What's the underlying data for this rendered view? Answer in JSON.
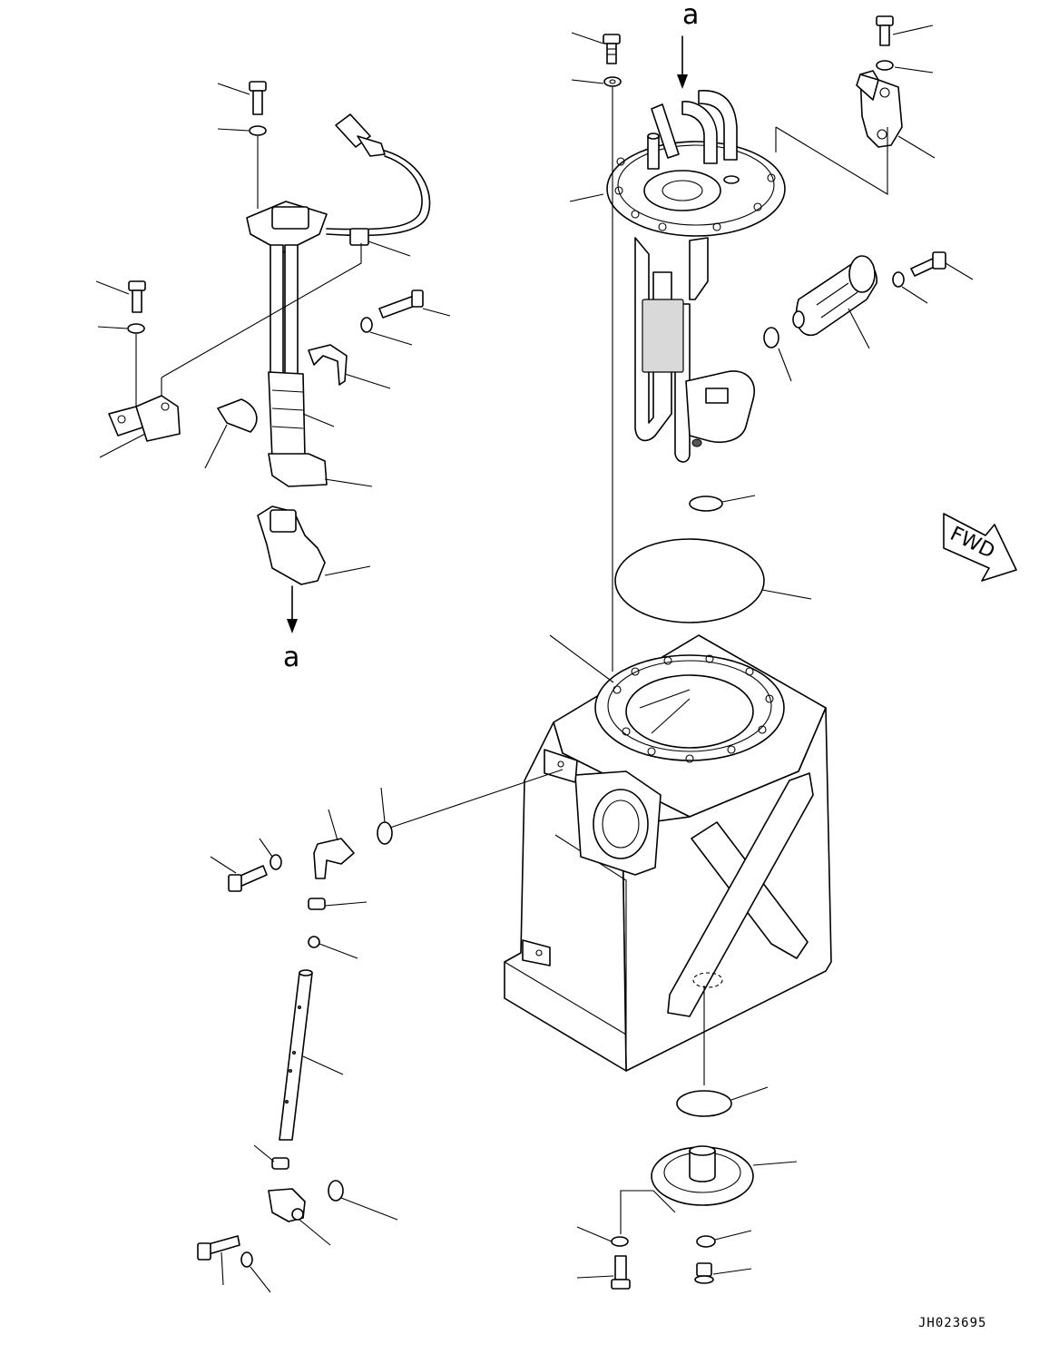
{
  "view_marker_top": "a",
  "view_marker_left": "a",
  "direction_label": "FWD",
  "drawing_code": "JH023695"
}
